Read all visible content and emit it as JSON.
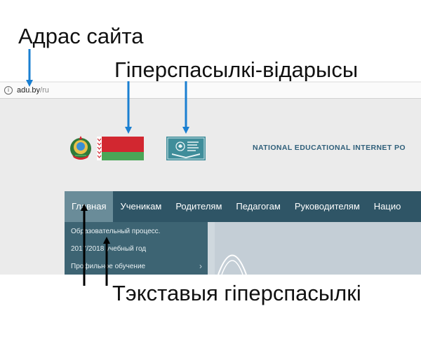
{
  "captions": {
    "address": "Адрас сайта",
    "image_links": "Гіперспасылкі-відарысы",
    "text_links": "Тэкставыя гіперспасылкі"
  },
  "browser": {
    "url_host": "adu.by",
    "url_path": "/ru"
  },
  "site": {
    "name": "NATIONAL EDUCATIONAL INTERNET PO"
  },
  "nav": {
    "items": [
      {
        "label": "Главная",
        "active": true
      },
      {
        "label": "Ученикам"
      },
      {
        "label": "Родителям"
      },
      {
        "label": "Педагогам"
      },
      {
        "label": "Руководителям"
      },
      {
        "label": "Нацио"
      }
    ]
  },
  "submenu": {
    "items": [
      {
        "label": "Образовательный процесс."
      },
      {
        "label": "2017/2018 учебный год"
      },
      {
        "label": "Профильное обучение",
        "has_chevron": true
      }
    ]
  },
  "colors": {
    "arrow_blue": "#1a7fd1",
    "nav_bg": "#2f5566",
    "nav_active": "#6a8c99",
    "flag_red": "#d22730",
    "flag_green": "#4aa657"
  },
  "icons": [
    "info-icon",
    "coat-of-arms-icon",
    "flag-icon",
    "nie-logo-icon",
    "chevron-right-icon"
  ]
}
